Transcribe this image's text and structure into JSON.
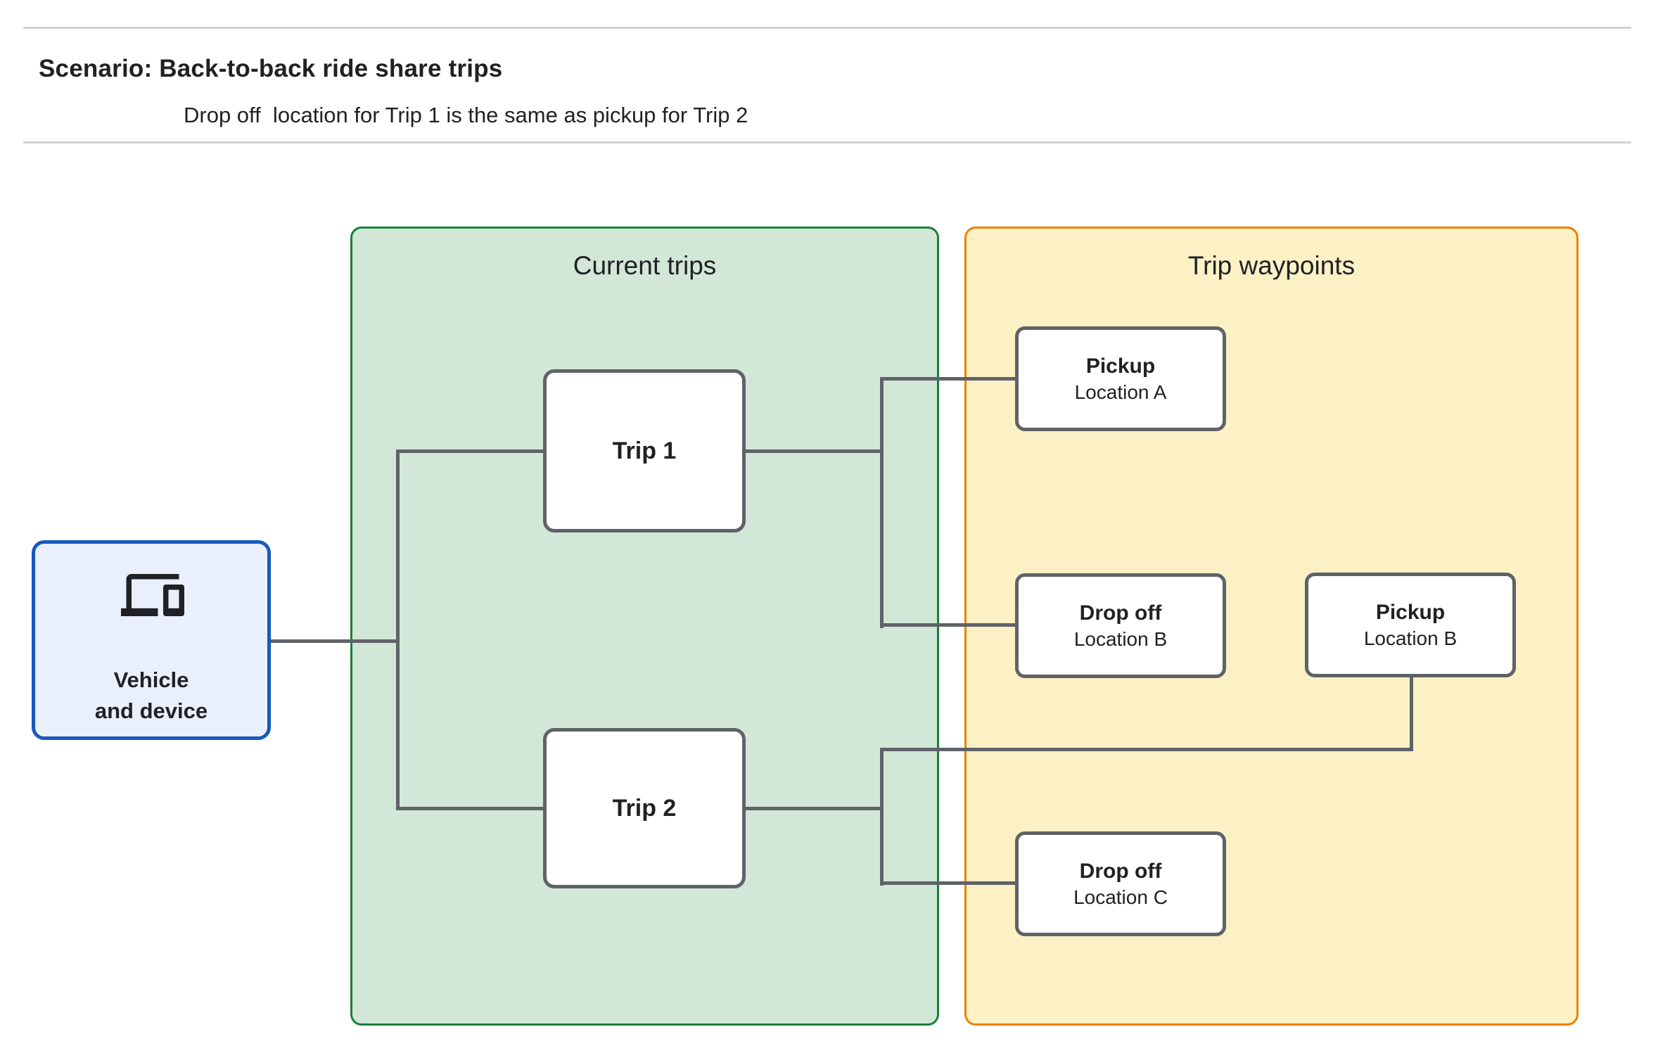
{
  "header": {
    "title": "Scenario: Back-to-back ride share trips",
    "subtitle": "Drop off  location for Trip 1 is the same as pickup for Trip 2"
  },
  "vehicle_node": {
    "line1": "Vehicle",
    "line2": "and device",
    "icon": "devices-icon"
  },
  "current_trips_panel": {
    "title": "Current trips",
    "trips": [
      {
        "label": "Trip 1"
      },
      {
        "label": "Trip 2"
      }
    ]
  },
  "trip_waypoints_panel": {
    "title": "Trip waypoints",
    "waypoints": [
      {
        "type": "Pickup",
        "location": "Location A"
      },
      {
        "type": "Drop off",
        "location": "Location B"
      },
      {
        "type": "Pickup",
        "location": "Location B"
      },
      {
        "type": "Drop off",
        "location": "Location C"
      }
    ]
  },
  "colors": {
    "vehicle_fill": "#E9EFFB",
    "vehicle_border": "#185ABC",
    "current_trips_fill": "#D2E7D7",
    "current_trips_border": "#188038",
    "waypoints_fill": "#FCF0C5",
    "waypoints_border": "#EE8100",
    "node_border": "#5F6368",
    "connector": "#5F6368",
    "divider": "#D2D2D2",
    "text": "#202124"
  }
}
